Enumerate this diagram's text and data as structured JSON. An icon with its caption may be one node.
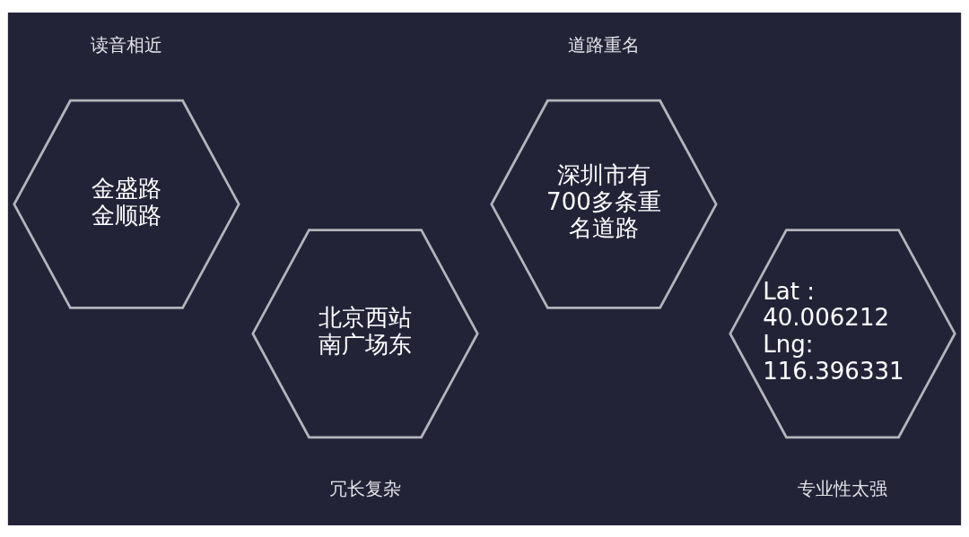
{
  "diagram": {
    "nodes": [
      {
        "text": [
          "金盛路",
          "金顺路"
        ],
        "beside": [
          "读音相近"
        ]
      },
      {
        "text": [
          "北京西站南广场东"
        ],
        "beside": [
          "冗长复杂"
        ]
      },
      {
        "text": [
          "深圳市有700多条重名道路"
        ],
        "beside": [
          "道路重名"
        ]
      },
      {
        "text": [
          "Lat : 40.006212 Lng: 116.396331"
        ],
        "beside": [
          "专业性太强"
        ]
      }
    ]
  }
}
